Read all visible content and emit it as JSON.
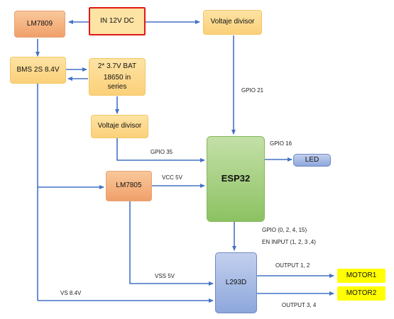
{
  "nodes": {
    "lm7809": "LM7809",
    "input": "IN 12V DC",
    "voltaje_top": "Voltaje divisor",
    "bms": "BMS 2S 8.4V",
    "battery_line1": "2* 3.7V BAT",
    "battery_line2": "18650 in series",
    "voltaje_mid": "Voltaje divisor",
    "esp32": "ESP32",
    "led": "LED",
    "lm7805": "LM7805",
    "l293d": "L293D",
    "motor1": "MOTOR1",
    "motor2": "MOTOR2"
  },
  "labels": {
    "gpio21": "GPIO 21",
    "gpio16": "GPIO 16",
    "gpio35": "GPIO 35",
    "vcc5": "VCC 5V",
    "gpio_list": "GPIO (0, 2, 4, 15)",
    "en_input": "EN INPUT (1, 2, 3 ,4)",
    "output12": "OUTPUT 1, 2",
    "vss5": "VSS  5V",
    "vs84": "VS 8.4V",
    "output34": "OUTPUT 3, 4"
  },
  "colors": {
    "line": "#4472c4",
    "input_border": "#e01818",
    "motor_fill": "#ffff00"
  }
}
